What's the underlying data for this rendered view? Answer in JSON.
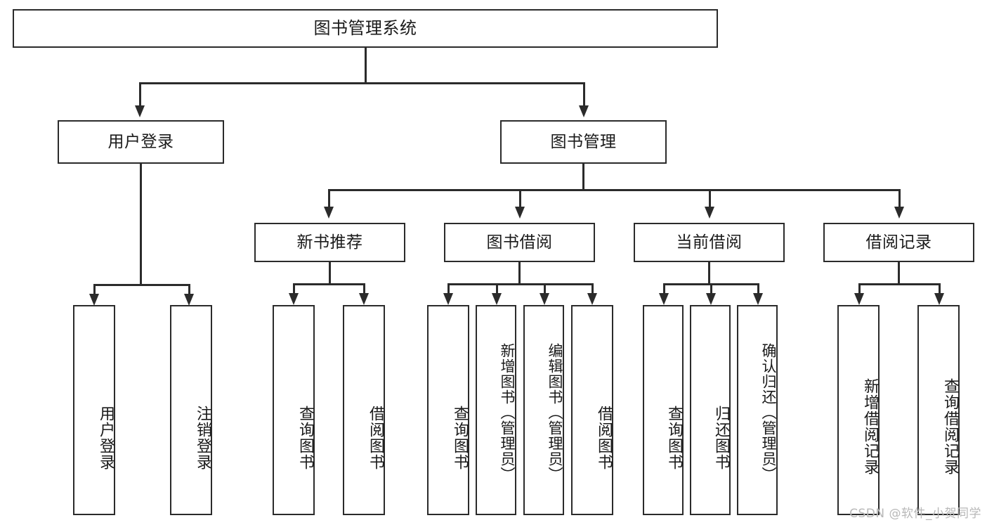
{
  "diagram": {
    "title": "图书管理系统",
    "type": "hierarchy-tree",
    "root": {
      "label": "图书管理系统"
    },
    "level2": [
      {
        "label": "用户登录"
      },
      {
        "label": "图书管理"
      }
    ],
    "level3": [
      {
        "label": "新书推荐"
      },
      {
        "label": "图书借阅"
      },
      {
        "label": "当前借阅"
      },
      {
        "label": "借阅记录"
      }
    ],
    "leaves": {
      "user_login": [
        {
          "label": "用户登录"
        },
        {
          "label": "注销登录"
        }
      ],
      "new_book": [
        {
          "label": "查询图书"
        },
        {
          "label": "借阅图书"
        }
      ],
      "book_borrow": [
        {
          "label": "查询图书"
        },
        {
          "label": "新增图书（管理员）"
        },
        {
          "label": "编辑图书（管理员）"
        },
        {
          "label": "借阅图书"
        }
      ],
      "current_borrow": [
        {
          "label": "查询图书"
        },
        {
          "label": "归还图书"
        },
        {
          "label": "确认归还（管理员）"
        }
      ],
      "borrow_record": [
        {
          "label": "新增借阅记录"
        },
        {
          "label": "查询借阅记录"
        }
      ]
    }
  },
  "watermark": {
    "text": "CSDN @软件_小贺同学"
  },
  "colors": {
    "stroke": "#2b2b2b",
    "background": "#ffffff",
    "text": "#1a1a1a",
    "watermark": "#b8b8b8"
  }
}
